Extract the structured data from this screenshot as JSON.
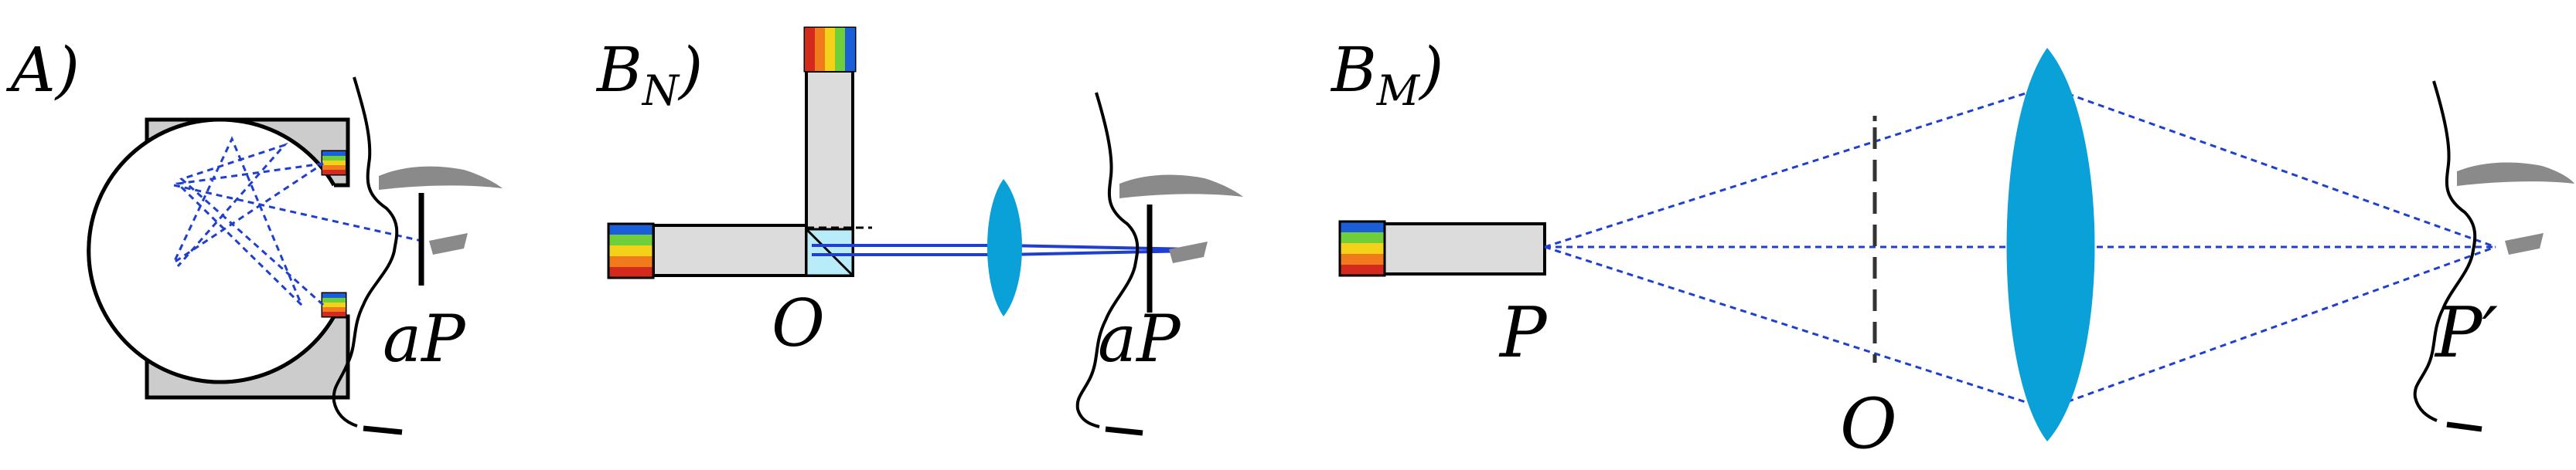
{
  "panels": {
    "a": {
      "label": "A)",
      "aperture_label": "aP"
    },
    "bn": {
      "label_main": "B",
      "label_sub": "N",
      "label_close": ")",
      "origin_label": "O",
      "aperture_label": "aP"
    },
    "bm": {
      "label_main": "B",
      "label_sub": "M",
      "label_close": ")",
      "source_label": "P",
      "origin_label": "O",
      "image_label": "P′"
    }
  },
  "colors": {
    "box_fill": "#cccccc",
    "tube_fill": "#dcdcdc",
    "beam": "#1f3fd0",
    "lens": "#0aa0d8",
    "beamsplitter": "#b8ecf8",
    "eye": "#8a8a8a",
    "spectrum": [
      "#d42a1e",
      "#f07a1c",
      "#f5d21a",
      "#6fcf3a",
      "#1a5fd8"
    ]
  }
}
